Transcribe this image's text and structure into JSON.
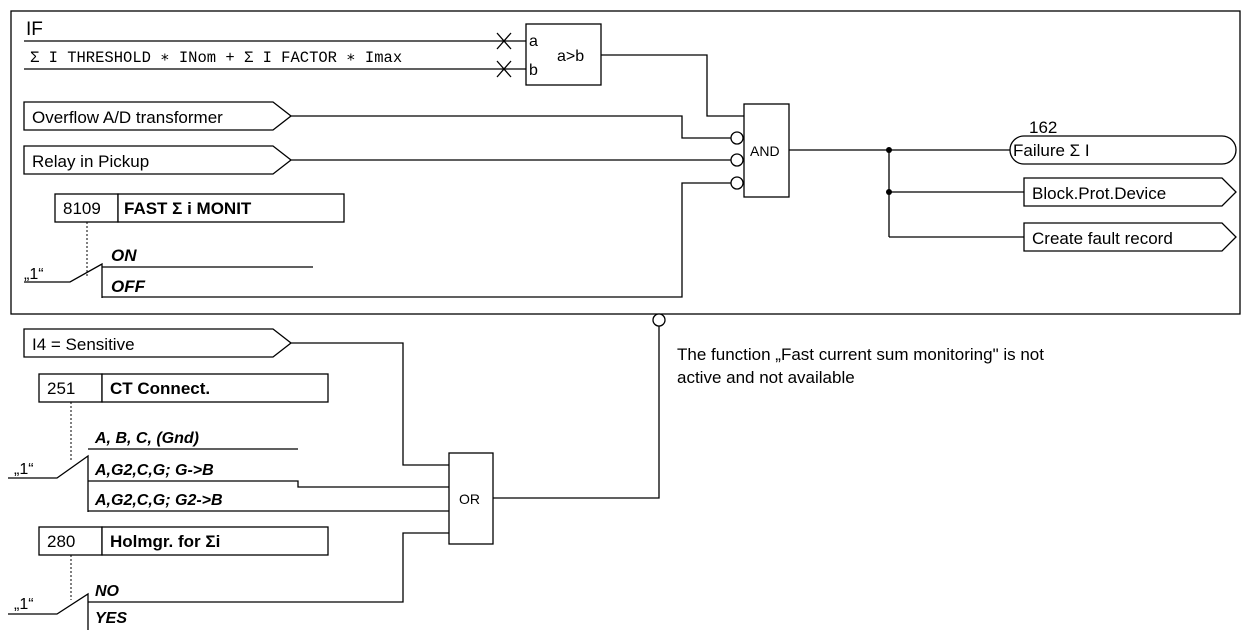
{
  "top": {
    "signal_if": "IF",
    "threshold_formula": "Σ I THRESHOLD ∗ INom + Σ I FACTOR ∗ Imax",
    "comparator": {
      "input_a": "a",
      "input_b": "b",
      "label": "a>b"
    },
    "inputs": [
      "Overflow A/D transformer",
      "Relay in Pickup"
    ],
    "param": {
      "address": "8109",
      "name": "FAST Σ   i MONIT"
    },
    "switch_const": "„1“",
    "switch_options": [
      "ON",
      "OFF"
    ],
    "and_gate": "AND",
    "outputs": {
      "failure_number": "162",
      "failure": "Failure Σ I",
      "block": "Block.Prot.Device",
      "fault_record": "Create fault record"
    }
  },
  "bottom": {
    "input": "I4 = Sensitive",
    "ct_param": {
      "address": "251",
      "name": "CT Connect."
    },
    "ct_const": "„1“",
    "ct_options": [
      "A, B, C, (Gnd)",
      "A,G2,C,G; G->B",
      "A,G2,C,G; G2->B"
    ],
    "holmgr_param": {
      "address": "280",
      "name": "Holmgr. for Σi"
    },
    "holmgr_const": "„1“",
    "holmgr_options": [
      "NO",
      "YES"
    ],
    "or_gate": "OR",
    "note_line1": "The function „Fast current sum monitoring\" is not",
    "note_line2": "active and not available"
  }
}
